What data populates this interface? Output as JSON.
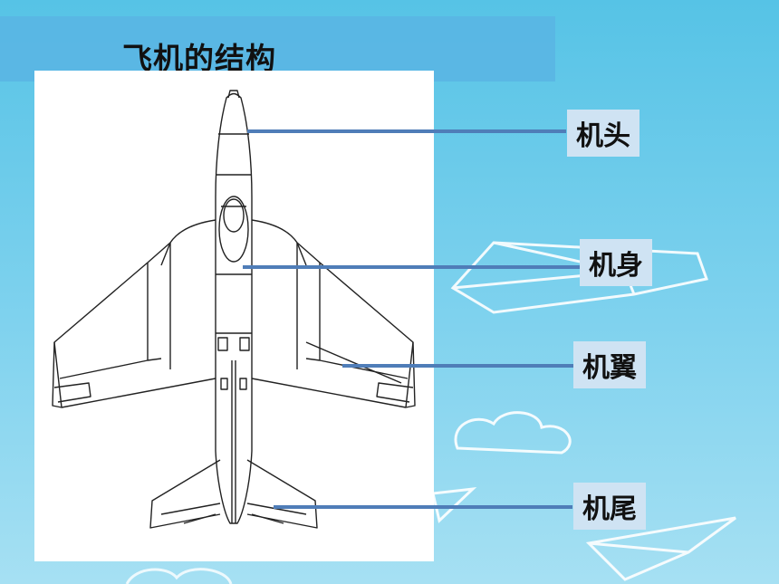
{
  "page": {
    "title": "飞机的结构"
  },
  "labels": {
    "nose": "机头",
    "fuselage": "机身",
    "wing": "机翼",
    "tail": "机尾"
  },
  "colors": {
    "background": "#56c3e6",
    "title_band": "#5ab6e4",
    "leader_line": "#4f7db8",
    "label_box": "#cfe3f3"
  }
}
